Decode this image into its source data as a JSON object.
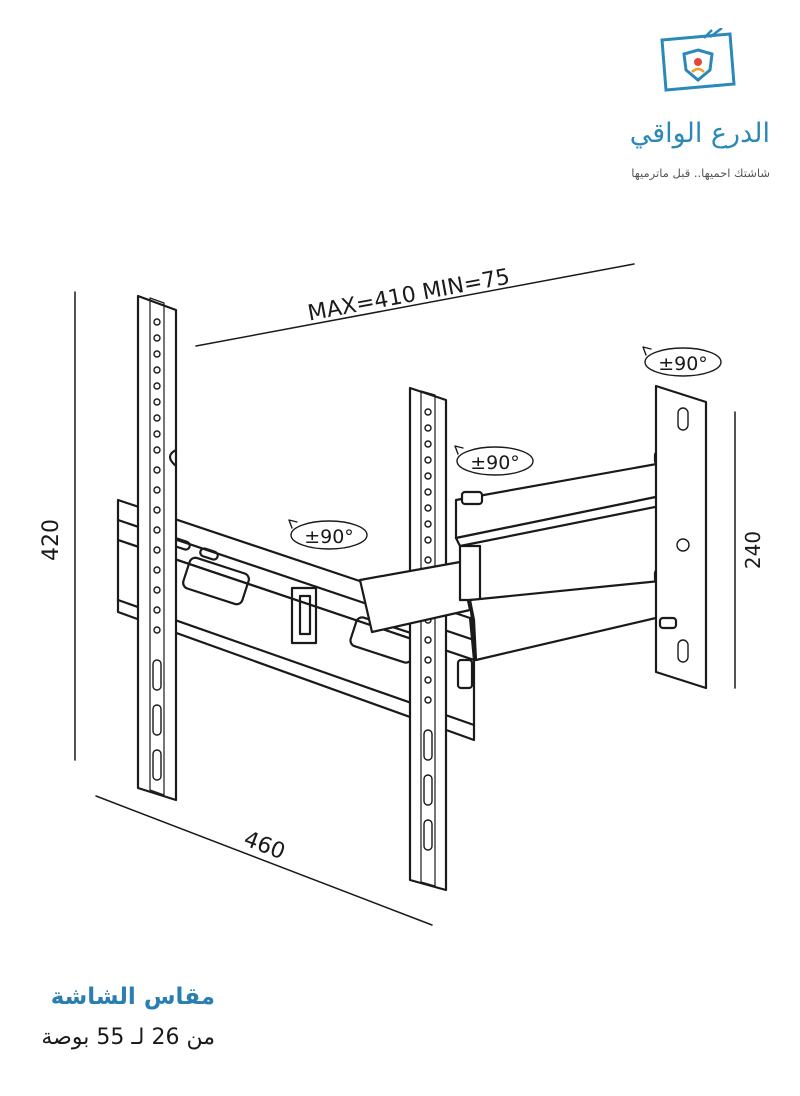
{
  "brand": {
    "name": "الدرع الواقي",
    "tagline": "شاشتك احميها.. قبل ماترميها",
    "accent_color": "#2a89b8",
    "logo_icon": "shield-tv-icon"
  },
  "diagram": {
    "vesa_label": "MAX=410   MIN=75",
    "height_label": "420",
    "width_label": "460",
    "plate_height_label": "240",
    "rotation_labels": [
      "±90°",
      "±90°",
      "±90°"
    ]
  },
  "caption": {
    "title": "مقاس الشاشة",
    "subtitle": "من 26 لـ 55 بوصة",
    "title_color": "#2b7fb0"
  }
}
